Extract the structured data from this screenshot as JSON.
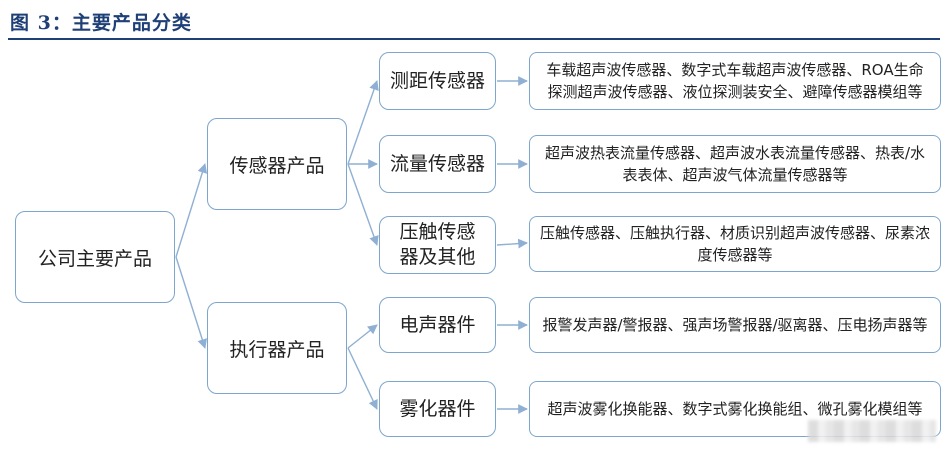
{
  "title": "图 3：主要产品分类",
  "colors": {
    "title": "#1f3f77",
    "border": "#7ea6cc",
    "arrow": "#8fb0d3"
  },
  "root": {
    "label": "公司主要产品"
  },
  "categories": [
    {
      "label": "传感器产品",
      "items": [
        {
          "label": "测距传感器",
          "desc": "车载超声波传感器、数字式车载超声波传感器、ROA生命探测超声波传感器、液位探测装安全、避障传感器模组等"
        },
        {
          "label": "流量传感器",
          "desc": "超声波热表流量传感器、超声波水表流量传感器、热表/水表表体、超声波气体流量传感器等"
        },
        {
          "label": "压触传感器及其他",
          "desc": "压触传感器、压触执行器、材质识别超声波传感器、尿素浓度传感器等"
        }
      ]
    },
    {
      "label": "执行器产品",
      "items": [
        {
          "label": "电声器件",
          "desc": "报警发声器/警报器、强声场警报器/驱离器、压电扬声器等"
        },
        {
          "label": "雾化器件",
          "desc": "超声波雾化换能器、数字式雾化换能组、微孔雾化模组等"
        }
      ]
    }
  ]
}
